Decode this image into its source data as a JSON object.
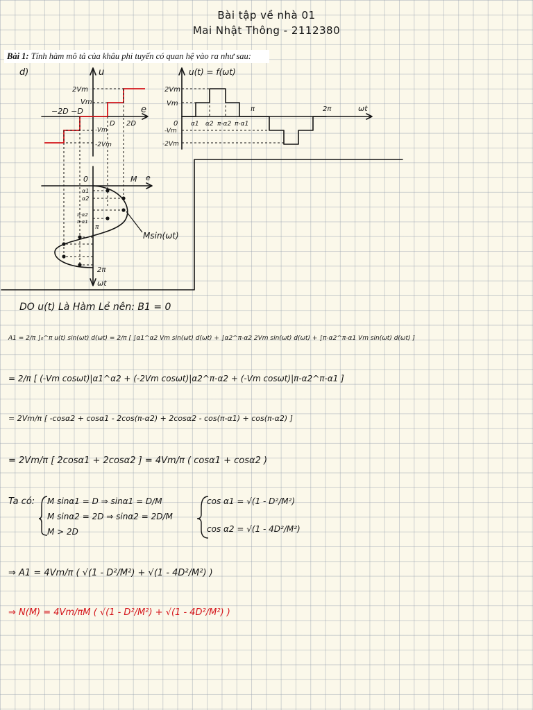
{
  "header": {
    "title": "Bài tập về nhà 01",
    "author_line": "Mai Nhật Thông - 2112380"
  },
  "problem": {
    "label": "Bài 1:",
    "text": "Tính hàm mô tả của khâu phi tuyến có quan hệ vào ra như sau:"
  },
  "figure": {
    "part_label": "d)",
    "char_axis_y": "u",
    "char_axis_x": "e",
    "char_2vm": "2Vm",
    "char_vm": "Vm",
    "char_neg_vm": "-Vm",
    "char_neg_2vm": "-2Vm",
    "char_neg_labels": "−2D −D",
    "char_d": "D",
    "char_2d": "2D",
    "out_title": "u(t) = f(ωt)",
    "out_2vm": "2Vm",
    "out_vm": "Vm",
    "out_neg_vm": "-Vm",
    "out_neg_2vm": "-2Vm",
    "out_zero": "0",
    "out_a1": "α1",
    "out_a2": "α2",
    "out_pi_a2": "π-α2",
    "out_pi_a1": "π-α1",
    "out_pi": "π",
    "out_2pi": "2π",
    "out_wt": "ωt",
    "in_zero": "0",
    "in_m": "M",
    "in_e": "e",
    "in_a1": "α1",
    "in_a2": "α2",
    "in_pi_a2": "π-α2",
    "in_pi_a1": "π-α1",
    "in_pi": "π",
    "in_2pi": "2π",
    "in_wt": "ωt",
    "in_msin": "Msin(ωt)"
  },
  "work": {
    "line1": "DO u(t) Là Hàm Lẻ nên: B1 = 0",
    "line2": "A1 = 2/π ∫₀^π u(t) sin(ωt) d(ωt) = 2/π [ ∫α1^α2 Vm sin(ωt) d(ωt) + ∫α2^π-α2 2Vm sin(ωt) d(ωt) + ∫π-α2^π-α1 Vm sin(ωt) d(ωt) ]",
    "line3": "= 2/π [ (-Vm cosωt)|α1^α2 + (-2Vm cosωt)|α2^π-α2 + (-Vm cosωt)|π-α2^π-α1 ]",
    "line4": "= 2Vm/π [ -cosα2 + cosα1 - 2cos(π-α2) + 2cosα2 - cos(π-α1) + cos(π-α2) ]",
    "line5": "= 2Vm/π [ 2cosα1 + 2cosα2 ] = 4Vm/π ( cosα1 + cosα2 )",
    "taco": "Ta có:",
    "cond1": "M sinα1 = D ⇒ sinα1 = D/M",
    "cond2": "M sinα2 = 2D ⇒ sinα2 = 2D/M",
    "cond3": "M > 2D",
    "res1": "cos α1 = √(1 - D²/M²)",
    "res2": "cos α2 = √(1 - 4D²/M²)",
    "line7": "⇒ A1 = 4Vm/π ( √(1 - D²/M²) + √(1 - 4D²/M²) )",
    "line8": "⇒ N(M) = 4Vm/πM ( √(1 - D²/M²) + √(1 - 4D²/M²) )",
    "ink": "#141414",
    "accent": "#d4141a"
  }
}
